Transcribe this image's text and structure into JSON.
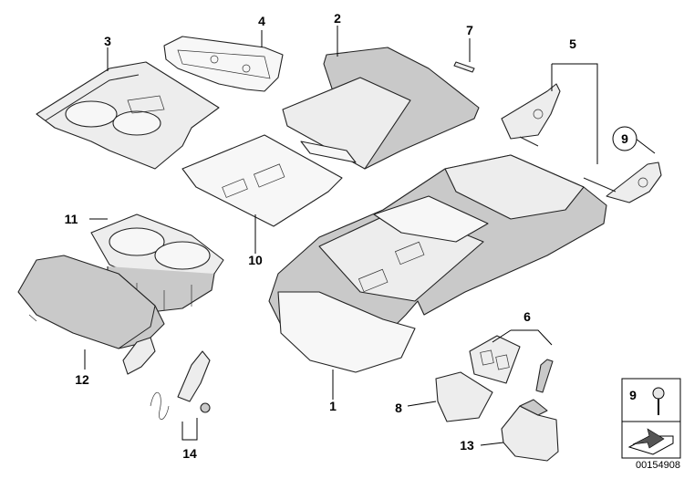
{
  "callouts": {
    "c1": "1",
    "c2": "2",
    "c3": "3",
    "c4": "4",
    "c5": "5",
    "c6": "6",
    "c7": "7",
    "c8": "8",
    "c9": "9",
    "c10": "10",
    "c11": "11",
    "c12": "12",
    "c13": "13",
    "c14": "14"
  },
  "legend": {
    "screw_label": "9"
  },
  "document_number": "00154908"
}
